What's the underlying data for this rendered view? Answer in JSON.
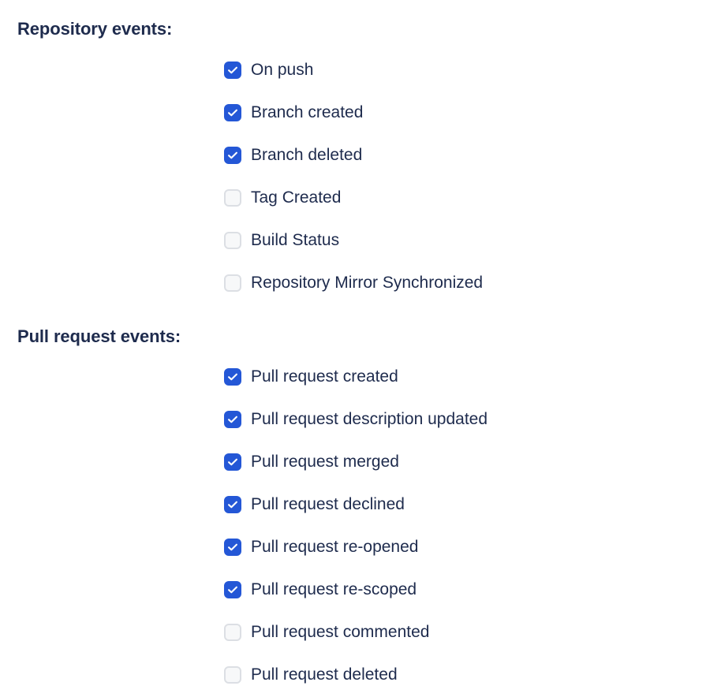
{
  "page": {
    "background_color": "#ffffff",
    "text_color": "#1e2b4d",
    "accent_color": "#2457d6",
    "checkbox_unchecked_border_color": "#dcdfe4",
    "checkbox_unchecked_fill_color": "#f7f8f9"
  },
  "sections": [
    {
      "id": "repository-events",
      "heading": "Repository events:",
      "options": [
        {
          "label": "On push",
          "checked": true
        },
        {
          "label": "Branch created",
          "checked": true
        },
        {
          "label": "Branch deleted",
          "checked": true
        },
        {
          "label": "Tag Created",
          "checked": false
        },
        {
          "label": "Build Status",
          "checked": false
        },
        {
          "label": "Repository Mirror Synchronized",
          "checked": false
        }
      ]
    },
    {
      "id": "pull-request-events",
      "heading": "Pull request events:",
      "options": [
        {
          "label": "Pull request created",
          "checked": true
        },
        {
          "label": "Pull request description updated",
          "checked": true
        },
        {
          "label": "Pull request merged",
          "checked": true
        },
        {
          "label": "Pull request declined",
          "checked": true
        },
        {
          "label": "Pull request re-opened",
          "checked": true
        },
        {
          "label": "Pull request re-scoped",
          "checked": true
        },
        {
          "label": "Pull request commented",
          "checked": false
        },
        {
          "label": "Pull request deleted",
          "checked": false
        }
      ]
    }
  ]
}
